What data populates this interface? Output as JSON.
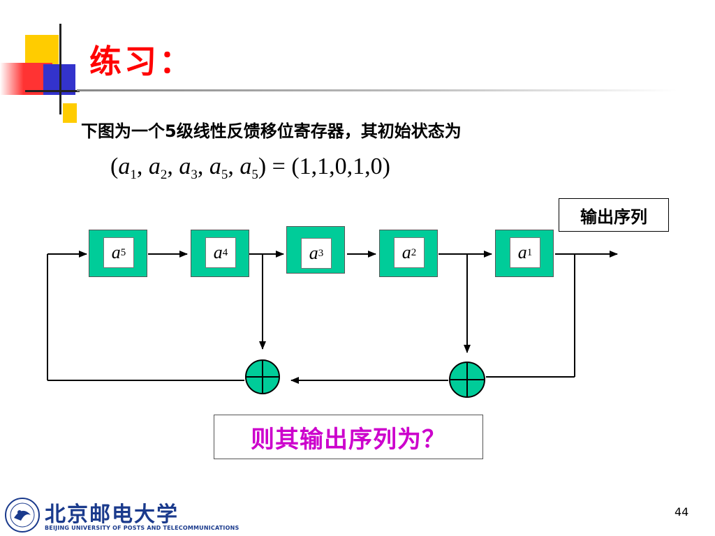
{
  "slide": {
    "title": "练习：",
    "intro": "下图为一个5级线性反馈移位寄存器，其初始状态为",
    "equation": {
      "vars": [
        {
          "base": "a",
          "sub": "1"
        },
        {
          "base": "a",
          "sub": "2"
        },
        {
          "base": "a",
          "sub": "3"
        },
        {
          "base": "a",
          "sub": "5"
        },
        {
          "base": "a",
          "sub": "5"
        }
      ],
      "rhs": "(1,1,0,1,0)"
    },
    "output_label": "输出序列",
    "question": "则其输出序列为？",
    "page_number": "44"
  },
  "registers": [
    {
      "base": "a",
      "sub": "5"
    },
    {
      "base": "a",
      "sub": "4"
    },
    {
      "base": "a",
      "sub": "3"
    },
    {
      "base": "a",
      "sub": "2"
    },
    {
      "base": "a",
      "sub": "1"
    }
  ],
  "footer": {
    "university_cn": "北京邮电大学",
    "university_en": "BEIJING UNIVERSITY OF POSTS AND TELECOMMUNICATIONS",
    "logo_icon": "university-seal-icon"
  },
  "colors": {
    "title": "#ff0000",
    "register_fill": "#00cc99",
    "adder_fill": "#00cc99",
    "question": "#cc00cc",
    "logo_blue": "#1a3a8c"
  }
}
